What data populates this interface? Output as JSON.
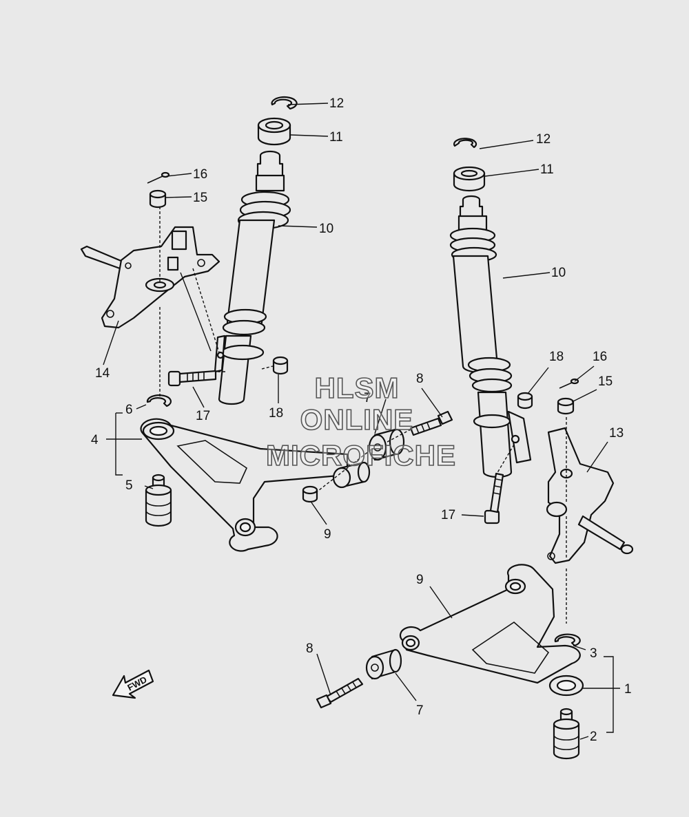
{
  "callouts": {
    "c1": "1",
    "c2": "2",
    "c3": "3",
    "c4": "4",
    "c5": "5",
    "c6": "6",
    "c7a": "7",
    "c7b": "7",
    "c8a": "8",
    "c8b": "8",
    "c9a": "9",
    "c9b": "9",
    "c10a": "10",
    "c10b": "10",
    "c11a": "11",
    "c11b": "11",
    "c12a": "12",
    "c12b": "12",
    "c13": "13",
    "c14": "14",
    "c15a": "15",
    "c15b": "15",
    "c16a": "16",
    "c16b": "16",
    "c17a": "17",
    "c17b": "17",
    "c18a": "18",
    "c18b": "18"
  },
  "watermark": {
    "line1": "HLSM",
    "line2": "ONLINE",
    "line3": "MICROFICHE"
  },
  "fwd_label": "FWD"
}
